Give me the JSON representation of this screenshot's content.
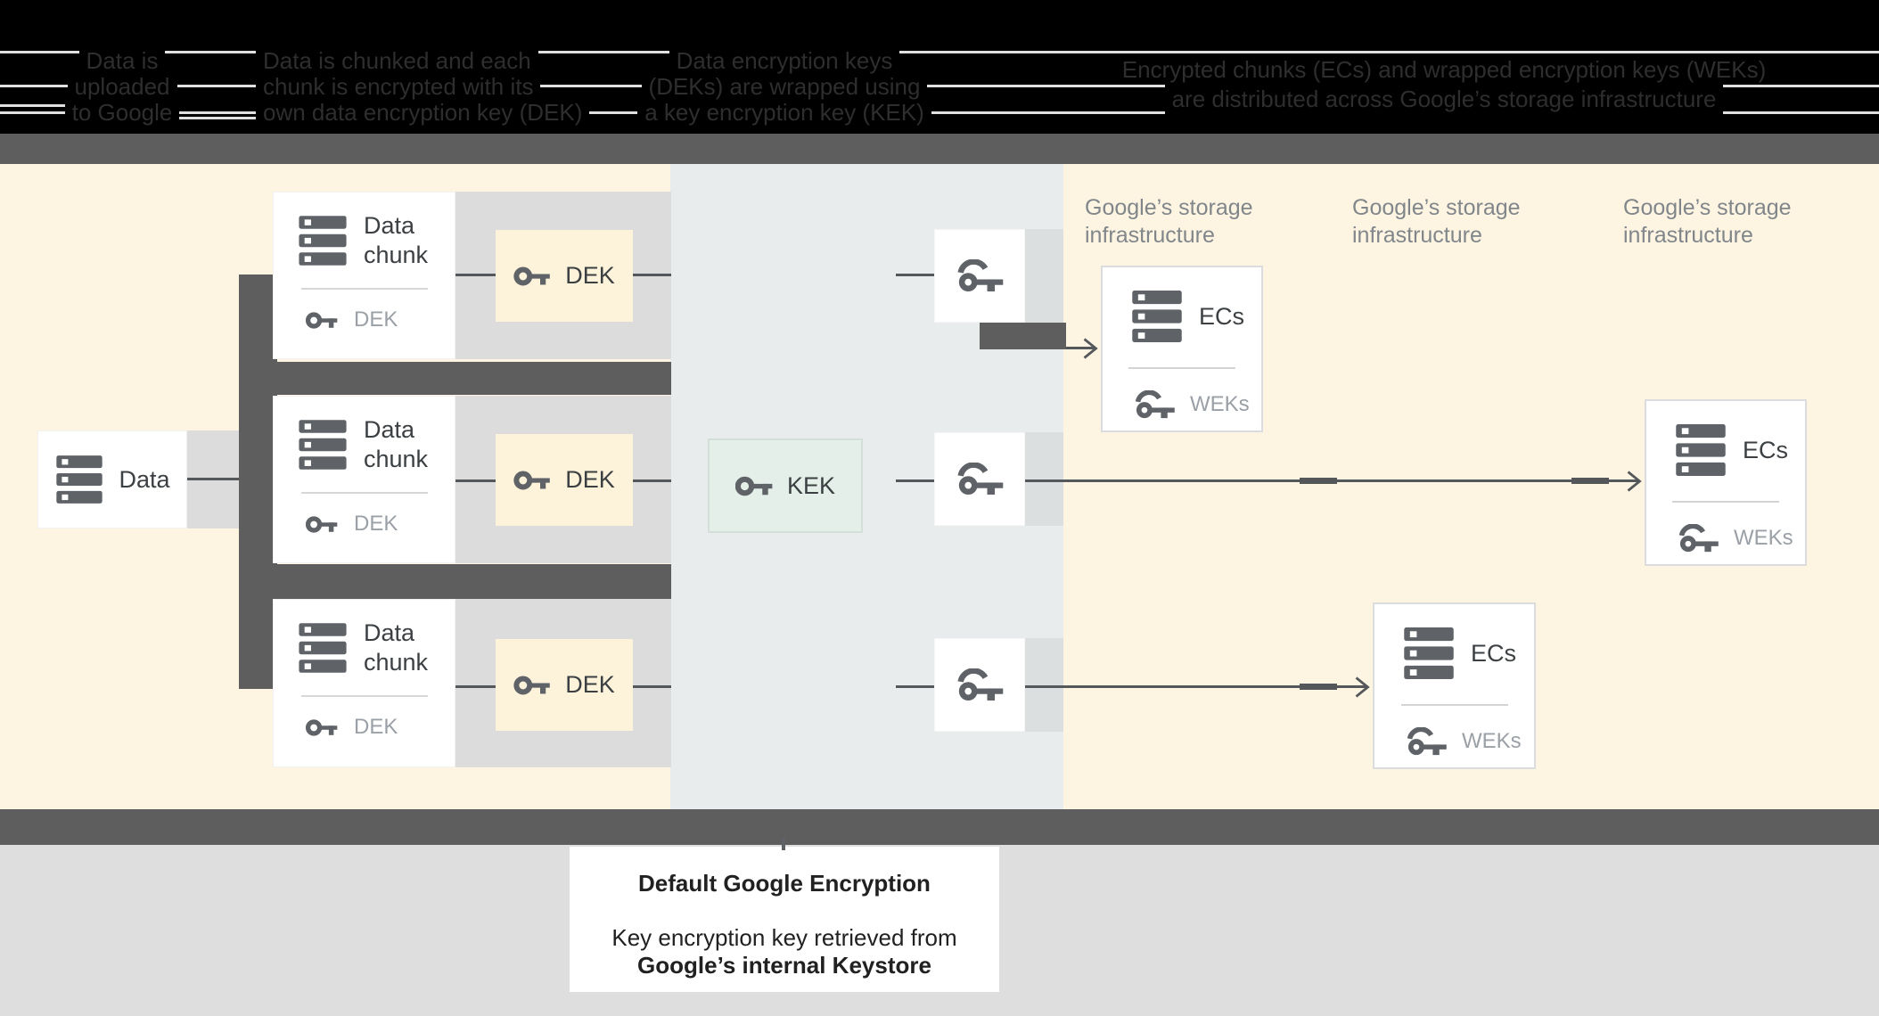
{
  "header": {
    "steps": [
      {
        "lines": [
          "Data is",
          "uploaded",
          "to Google"
        ]
      },
      {
        "lines": [
          "Data is chunked and each",
          "chunk is encrypted with its",
          "own data encryption key (DEK)"
        ]
      },
      {
        "lines": [
          "Data encryption keys",
          "(DEKs) are wrapped using",
          "a key encryption key (KEK)"
        ]
      },
      {
        "lines": [
          "Encrypted chunks (ECs) and wrapped encryption keys (WEKs)",
          "are distributed across Google’s storage infrastructure"
        ]
      }
    ]
  },
  "diagram": {
    "data_box": {
      "label": "Data"
    },
    "rows": [
      {
        "chunk_title": "Data chunk",
        "chunk_key_label": "DEK",
        "dek_label": "DEK"
      },
      {
        "chunk_title": "Data chunk",
        "chunk_key_label": "DEK",
        "dek_label": "DEK"
      },
      {
        "chunk_title": "Data chunk",
        "chunk_key_label": "DEK",
        "dek_label": "DEK"
      }
    ],
    "kek_box": {
      "label": "KEK"
    },
    "storage_columns": [
      {
        "line1": "Google’s storage",
        "line2": "infrastructure"
      },
      {
        "line1": "Google’s storage",
        "line2": "infrastructure"
      },
      {
        "line1": "Google’s storage",
        "line2": "infrastructure"
      }
    ],
    "ec_boxes": [
      {
        "title": "ECs",
        "key_label": "WEKs"
      },
      {
        "title": "ECs",
        "key_label": "WEKs"
      },
      {
        "title": "ECs",
        "key_label": "WEKs"
      }
    ]
  },
  "caption": {
    "title": "Default Google Encryption",
    "line1": "Key encryption key retrieved from",
    "line2": "Google’s internal Keystore"
  },
  "colors": {
    "header_bg": "#000000",
    "divider_bar": "#5e5e5e",
    "cream_bg": "#fdf5e2",
    "kek_zone_bg": "#e9eced",
    "row_band": "#dcdcdc",
    "dek_box_bg": "#fcf3da",
    "kek_box_bg": "#e3efe8",
    "icon_gray": "#5f6368",
    "dark_text": "#3c4043",
    "muted_text": "#9aa0a6",
    "label_text": "#81868b"
  }
}
